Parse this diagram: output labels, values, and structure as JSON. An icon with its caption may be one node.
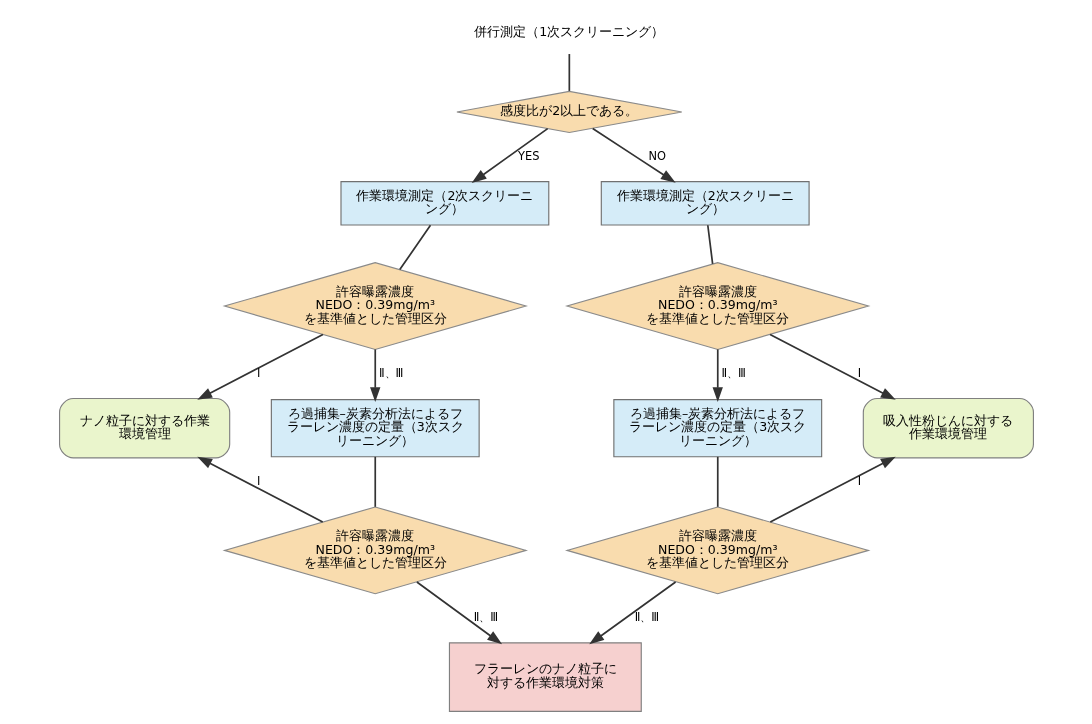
{
  "diagram": {
    "nodes": [
      {
        "text": [
          "併行測定（1次スクリーニング）"
        ]
      },
      {
        "text": [
          "感度比が2以上である。"
        ]
      },
      {
        "text": [
          "作業環境測定（2次スクリーニング）"
        ]
      },
      {
        "text": [
          "作業環境測定（2次スクリーニング）"
        ]
      },
      {
        "text": [
          "許容曝露濃度 NEDO：0.39mg/m³ を基準値とした管理区分"
        ]
      },
      {
        "text": [
          "許容曝露濃度 NEDO：0.39mg/m³ を基準値とした管理区分"
        ]
      },
      {
        "text": [
          "ナノ粒子に対する作業環境管理"
        ]
      },
      {
        "text": [
          "ろ過捕集–炭素分析法によるフラーレン濃度の定量（3次スクリーニング）"
        ]
      },
      {
        "text": [
          "ろ過捕集–炭素分析法によるフラーレン濃度の定量（3次スクリーニング）"
        ]
      },
      {
        "text": [
          "吸入性粉じんに対する作業環境管理"
        ]
      },
      {
        "text": [
          "許容曝露濃度 NEDO：0.39mg/m³ を基準値とした管理区分"
        ]
      },
      {
        "text": [
          "許容曝露濃度 NEDO：0.39mg/m³ を基準値とした管理区分"
        ]
      },
      {
        "text": [
          "フラーレンのナノ粒子に対する作業環境対策"
        ]
      }
    ],
    "edges": [
      {
        "from": 0,
        "to": 1,
        "arrow": "none"
      },
      {
        "from": 1,
        "to": 2,
        "arrow": "to",
        "label": "YES"
      },
      {
        "from": 1,
        "to": 3,
        "arrow": "to",
        "label": "NO"
      },
      {
        "from": 2,
        "to": 4,
        "arrow": "none"
      },
      {
        "from": 3,
        "to": 5,
        "arrow": "none"
      },
      {
        "from": 4,
        "to": 6,
        "arrow": "to",
        "label": "Ⅰ"
      },
      {
        "from": 4,
        "to": 7,
        "arrow": "to",
        "label": "Ⅱ、Ⅲ"
      },
      {
        "from": 5,
        "to": 8,
        "arrow": "to",
        "label": "Ⅱ、Ⅲ"
      },
      {
        "from": 5,
        "to": 9,
        "arrow": "to",
        "label": "Ⅰ"
      },
      {
        "from": 7,
        "to": 10,
        "arrow": "none"
      },
      {
        "from": 8,
        "to": 11,
        "arrow": "none"
      },
      {
        "from": 10,
        "to": 6,
        "arrow": "to",
        "label": "Ⅰ"
      },
      {
        "from": 10,
        "to": 12,
        "arrow": "to",
        "label": "Ⅱ、Ⅲ"
      },
      {
        "from": 11,
        "to": 9,
        "arrow": "to",
        "label": "Ⅰ"
      },
      {
        "from": 11,
        "to": 12,
        "arrow": "to",
        "label": "Ⅱ、Ⅲ"
      }
    ]
  }
}
